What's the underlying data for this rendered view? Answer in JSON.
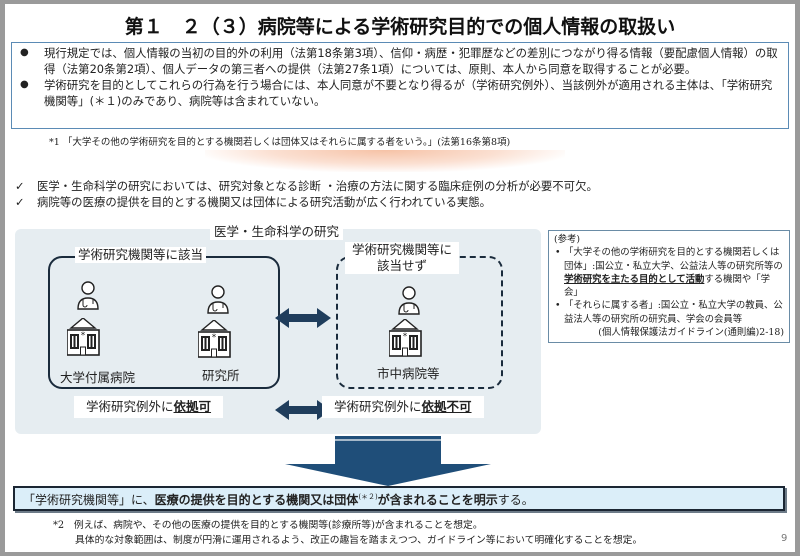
{
  "title": "第１　２（３）病院等による学術研究目的での個人情報の取扱い",
  "summary_bullets": [
    "現行規定では、個人情報の当初の目的外の利用（法第18条第3項）、信仰・病歴・犯罪歴などの差別につながり得る情報（要配慮個人情報）の取得（法第20条第2項）、個人データの第三者への提供（法第27条1項）については、原則、本人から同意を取得することが必要。",
    "学術研究を目的としてこれらの行為を行う場合には、本人同意が不要となり得るが（学術研究例外）、当該例外が適用される主体は、「学術研究機関等」(＊１)のみであり、病院等は含まれていない。"
  ],
  "footnote1": "*1 「大学その他の学術研究を目的とする機関若しくは団体又はそれらに属する者をいう。」(法第16条第8項)",
  "checks": [
    "医学・生命科学の研究においては、研究対象となる診断 ・治療の方法に関する臨床症例の分析が必要不可欠。",
    "病院等の医療の提供を目的とする機関又は団体による研究活動が広く行われている実態。"
  ],
  "check_icon": "✓",
  "diagram": {
    "panel_title": "医学・生命科学の研究",
    "left_label": "学術研究機関等に該当",
    "left_items": [
      "大学付属病院",
      "研究所"
    ],
    "right_label": "学術研究機関等に該当せず",
    "right_items": [
      "市中病院等"
    ],
    "left_result_prefix": "学術研究例外に",
    "left_result_bold": "依拠可",
    "right_result_prefix": "学術研究例外に",
    "right_result_bold": "依拠不可"
  },
  "reference": {
    "heading": "(参考)",
    "item1_a": "「大学その他の学術研究を目的とする機関若しくは団体」:国公立・私立大学、公益法人等の研究所等の",
    "item1_bold": "学術研究を主たる目的として活動",
    "item1_b": "する機関や「学会」",
    "item2": "「それらに属する者」:国公立・私立大学の教員、公益法人等の研究所の研究員、学会の会員等",
    "source": "(個人情報保護法ガイドライン(通則編)2-18)"
  },
  "conclusion": {
    "a": "「学術研究機関等」に、",
    "b": "医療の提供を目的とする機関又は団体",
    "sup": "(＊２)",
    "c": "が含まれることを明示",
    "d": "する。"
  },
  "footnote2": [
    "*2　例えば、病院や、その他の医療の提供を目的とする機関等(診療所等)が含まれることを想定。",
    "具体的な対象範囲は、制度が円滑に運用されるよう、改正の趣旨を踏まえつつ、ガイドライン等において明確化することを想定。"
  ],
  "page_number": "9",
  "colors": {
    "navy": "#1f3d5c",
    "panel": "#e6edf1",
    "bar": "#dbeef9"
  }
}
